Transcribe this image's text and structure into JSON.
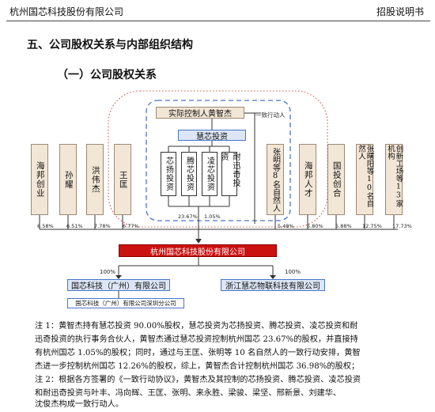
{
  "header": {
    "left": "杭州国芯科技股份有限公司",
    "right": "招股说明书"
  },
  "section_title": "五、公司股权关系与内部组织结构",
  "subsection_title": "（一）公司股权关系",
  "chart": {
    "controller": "实际控制人黄智杰",
    "concert_label": "一致行动人",
    "huixin": "慧芯投资",
    "platforms": [
      "芯扬投资",
      "腾芯投资",
      "凌芯投资",
      "耐迅奇投资"
    ],
    "pct_huixin": "23.67%",
    "pct_direct": "1.05%",
    "left_holders": [
      {
        "name": "海邦创业",
        "pct": "6.58%"
      },
      {
        "name": "孙耀",
        "pct": "6.51%"
      },
      {
        "name": "洪伟杰",
        "pct": "7.78%"
      },
      {
        "name": "王匡",
        "pct": "6.77%"
      }
    ],
    "concert_holder": {
      "name": "张明等8名自然人",
      "pct": "5.48%"
    },
    "right_holders": [
      {
        "name": "海邦人才",
        "pct": "5.80%"
      },
      {
        "name": "国投创合",
        "pct": "5.88%"
      },
      {
        "name": "张曙阳等10名自然人",
        "pct": "12.75%"
      },
      {
        "name": "创新工场等13家机构",
        "pct": "17.73%"
      }
    ],
    "company": "杭州国芯科技股份有限公司",
    "subsidiaries": [
      {
        "name": "国芯科技（广州）有限公司",
        "pct": "100%"
      },
      {
        "name": "浙江慧芯物联科技有限公司",
        "pct": "100%"
      }
    ],
    "branch": "国芯科技（广州）有限公司深圳分公司"
  },
  "notes": [
    "注 1：黄智杰持有慧芯投资 90.00%股权，慧芯投资为芯扬投资、腾芯投资、凌芯投资和耐",
    "迅奇投资的执行事务合伙人，黄智杰通过慧芯投资控制杭州国芯 23.67%的股权，并直接持",
    "有杭州国芯 1.05%的股权；同时，通过与王匡、张明等 10 名自然人的一致行动安排，黄智",
    "杰进一步控制杭州国芯 12.26%的股权，综上，黄智杰合计控制杭州国芯 36.98%的股权；",
    "注 2：根据各方签署的《一致行动协议》，黄智杰及其控制的芯扬投资、腾芯投资、凌芯投资",
    "和耐迅奇投资与叶丰、冯向辉、王匡、张明、来永胜、梁骏、梁坚、邢新景、刘建华、",
    "沈俊杰构成一致行动人。"
  ]
}
